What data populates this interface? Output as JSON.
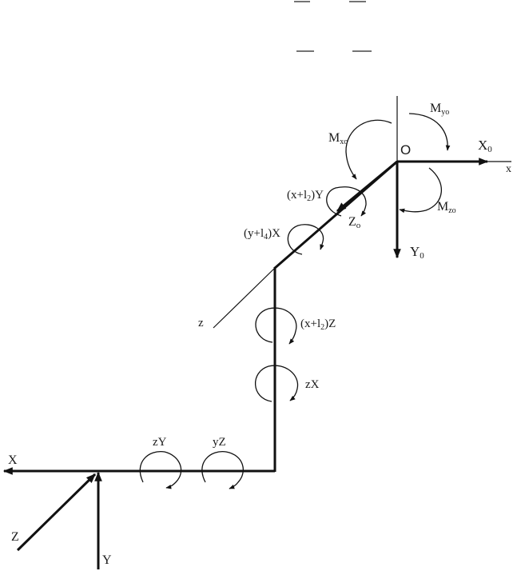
{
  "diagram": {
    "origin_label": "O",
    "axes_top": {
      "X0": "X",
      "X0_sub": "0",
      "Y0": "Y",
      "Y0_sub": "0",
      "Z0": "Z",
      "Z0_sub": "o",
      "x": "x",
      "z": "z"
    },
    "moments_top": {
      "Mxo_main": "M",
      "Mxo_sub": "xo",
      "Myo_main": "M",
      "Myo_sub": "yo",
      "Mzo_main": "M",
      "Mzo_sub": "zo"
    },
    "member_moments": {
      "x_l2_Y_pre": "(x+l",
      "x_l2_Y_sub": "2",
      "x_l2_Y_post": ")Y",
      "y_l4_X_pre": "(y+l",
      "y_l4_X_sub": "4",
      "y_l4_X_post": ")X",
      "x_l2_Z_pre": "(x+l",
      "x_l2_Z_sub": "2",
      "x_l2_Z_post": ")Z",
      "zX": "zX",
      "zY": "zY",
      "yZ": "yZ"
    },
    "axes_bottom": {
      "X": "X",
      "Y": "Y",
      "Z": "Z"
    }
  }
}
